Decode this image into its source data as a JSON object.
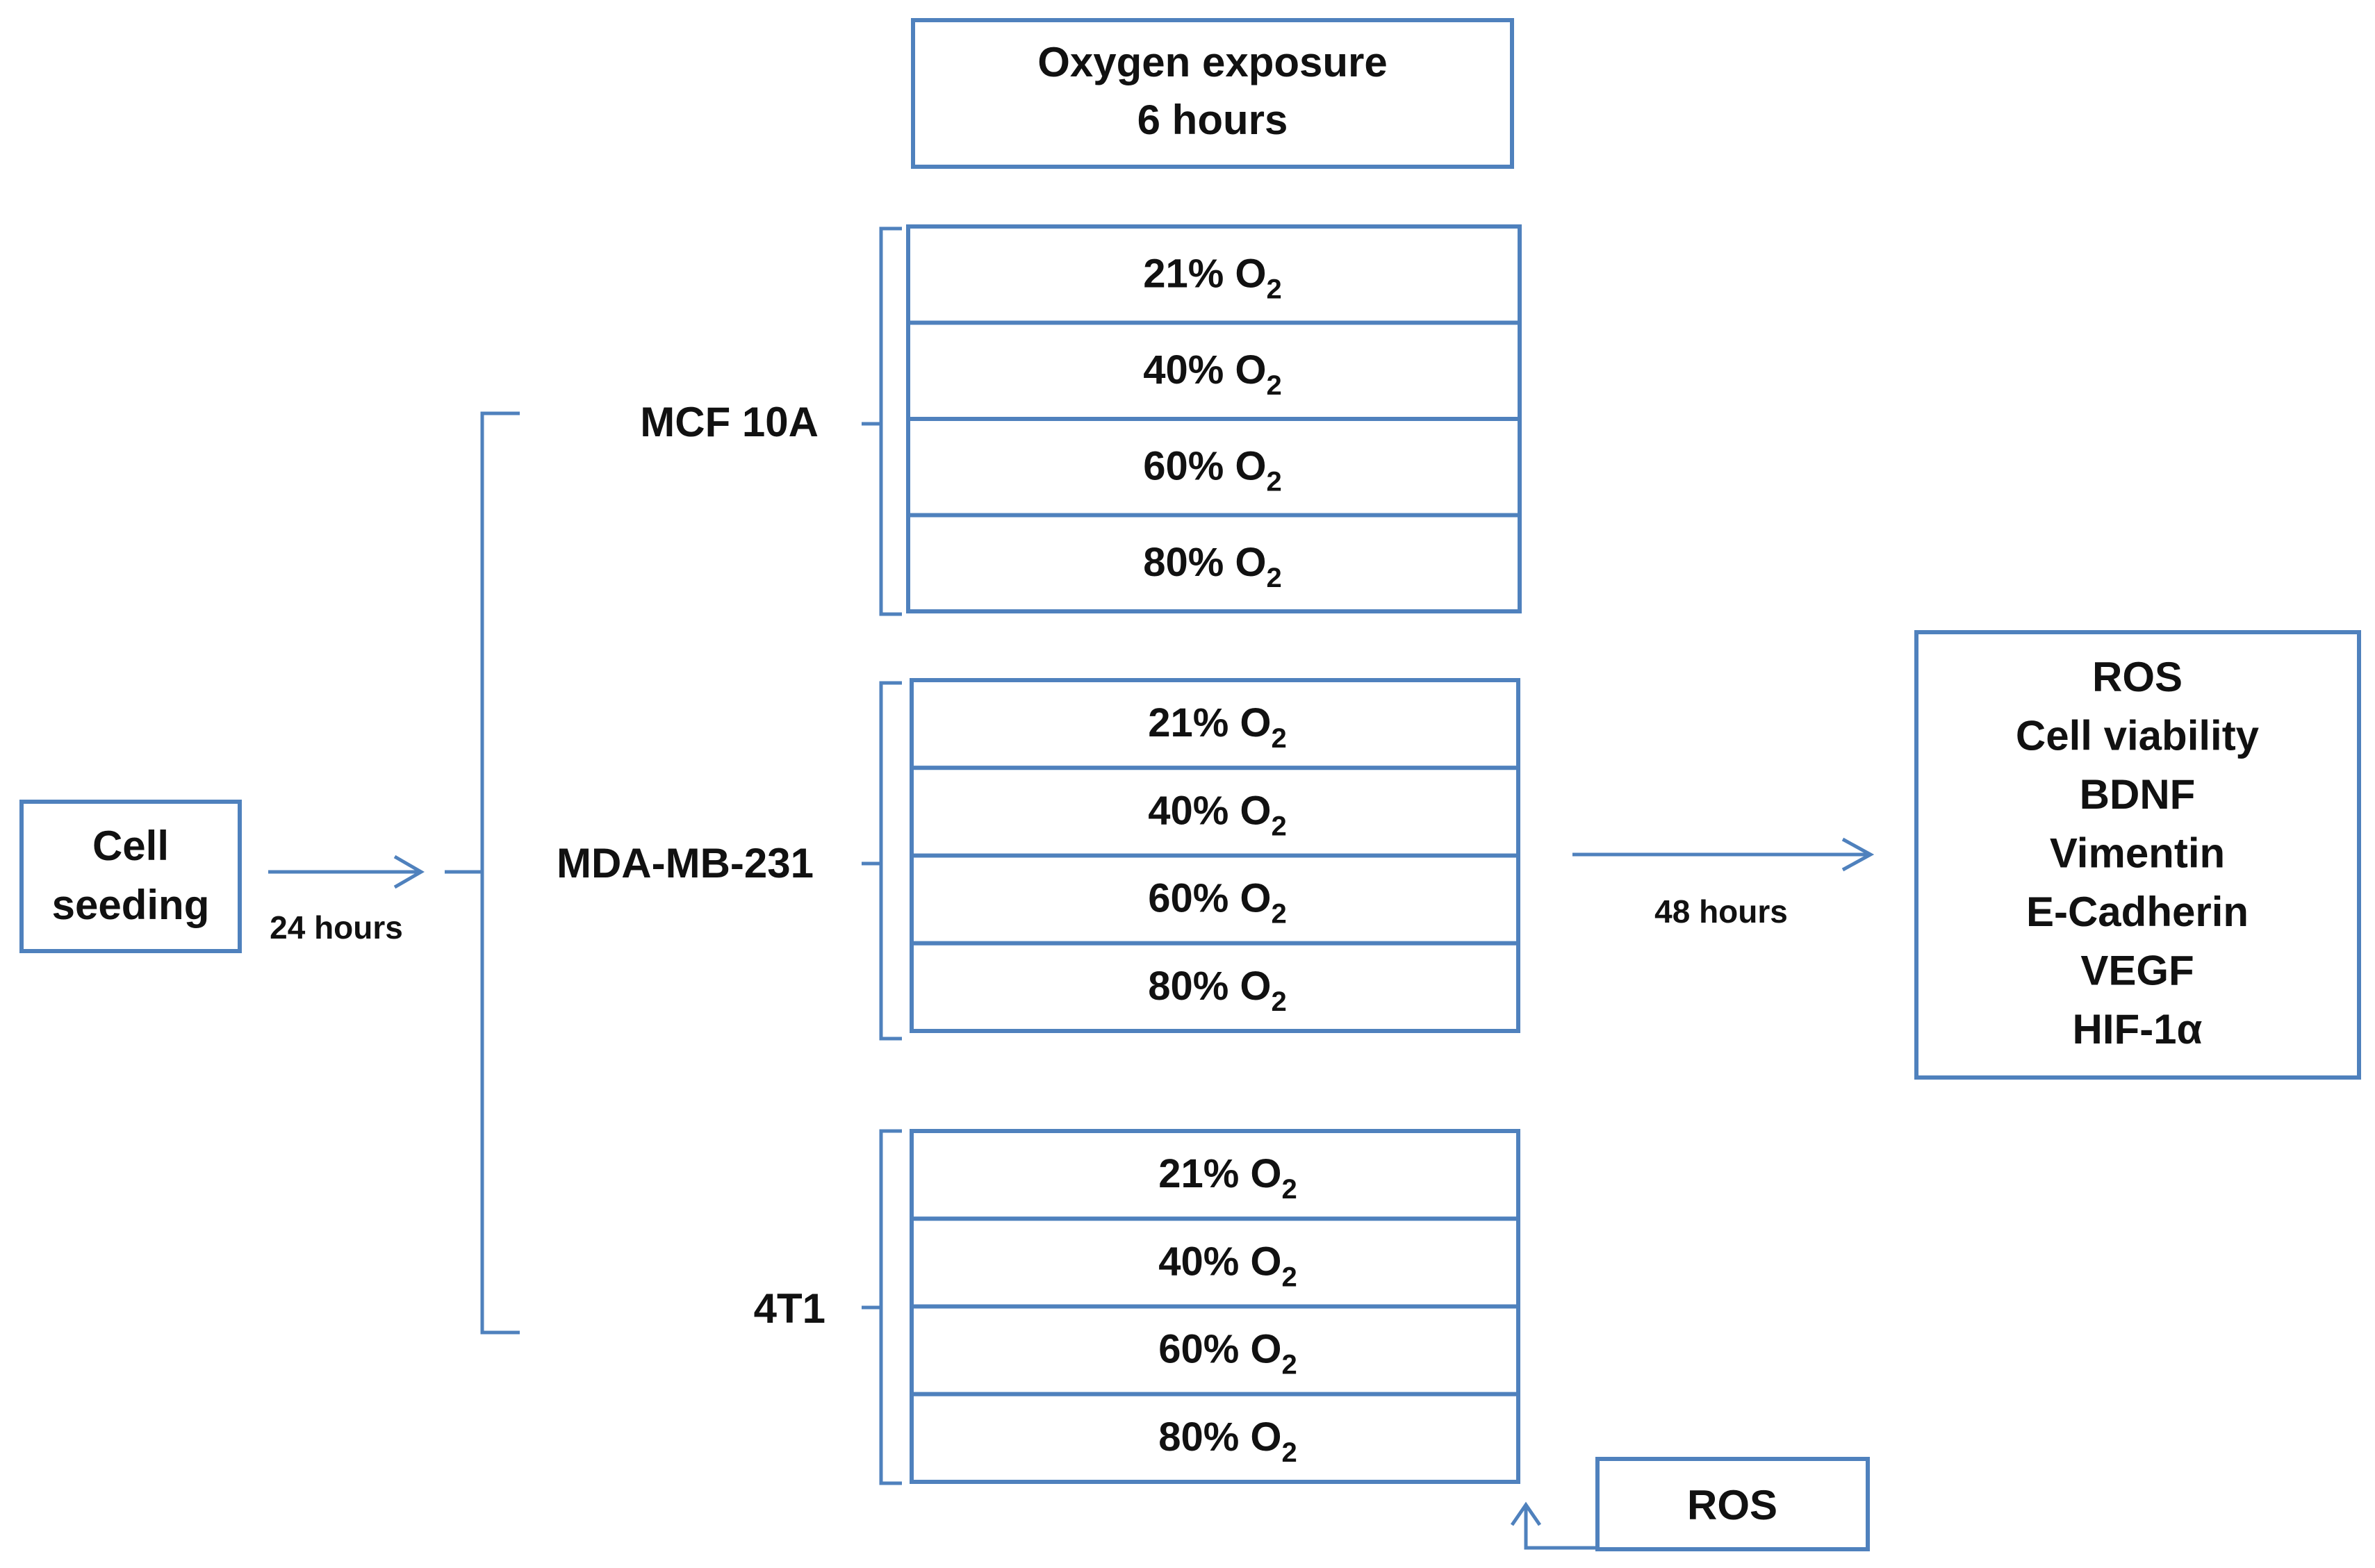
{
  "header": {
    "line1": "Oxygen exposure",
    "line2": "6 hours"
  },
  "seeding": {
    "line1": "Cell",
    "line2": "seeding",
    "duration": "24 hours"
  },
  "cell_lines": [
    {
      "name": "MCF 10A",
      "conditions": [
        "21%  O",
        "40%  O",
        "60% O",
        "80% O"
      ]
    },
    {
      "name": "MDA-MB-231",
      "conditions": [
        "21%  O",
        "40%  O",
        "60% O",
        "80% O"
      ]
    },
    {
      "name": "4T1",
      "conditions": [
        "21%  O",
        "40%  O",
        "60% O",
        "80% O"
      ]
    }
  ],
  "subscript": "2",
  "followup": {
    "duration": "48 hours"
  },
  "outputs": [
    "ROS",
    "Cell viability",
    "BDNF",
    "Vimentin",
    "E-Cadherin",
    "VEGF",
    "HIF-1α"
  ],
  "ros_box": {
    "label": "ROS"
  },
  "colors": {
    "stroke": "#4f81bd",
    "text": "#111111",
    "background": "#ffffff"
  }
}
